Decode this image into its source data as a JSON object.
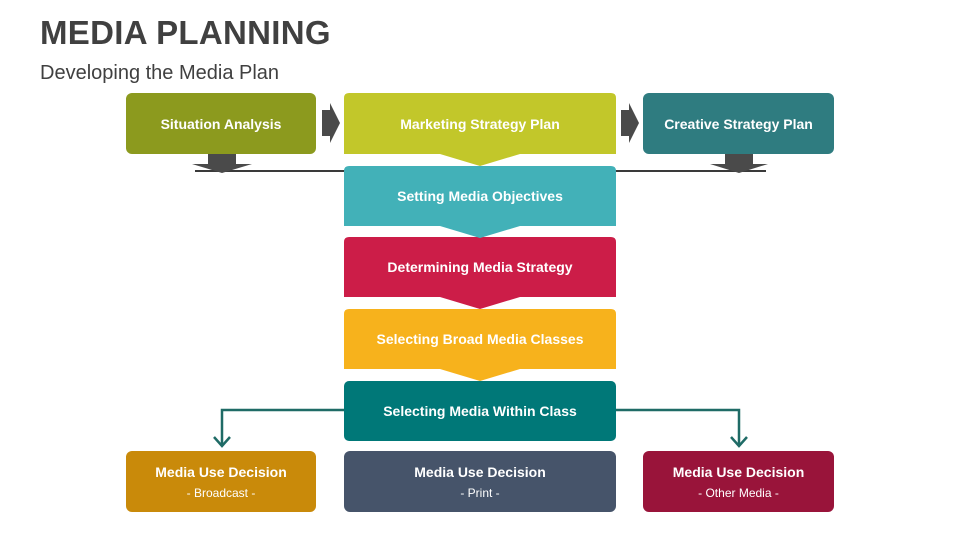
{
  "header": {
    "title": "MEDIA PLANNING",
    "subtitle": "Developing the Media Plan"
  },
  "top_row": {
    "situation": "Situation Analysis",
    "marketing": "Marketing Strategy Plan",
    "creative": "Creative Strategy Plan"
  },
  "steps": {
    "objectives": "Setting Media Objectives",
    "strategy": "Determining Media Strategy",
    "classes": "Selecting Broad Media Classes",
    "within": "Selecting Media Within Class"
  },
  "decisions": [
    {
      "title": "Media Use Decision",
      "sub": "- Broadcast -"
    },
    {
      "title": "Media Use Decision",
      "sub": "- Print -"
    },
    {
      "title": "Media Use Decision",
      "sub": "- Other Media -"
    }
  ],
  "colors": {
    "situation": "#8C9A1E",
    "marketing": "#C2C72A",
    "creative": "#2F7C80",
    "objectives": "#42B1B8",
    "strategy": "#CC1D48",
    "classes": "#F7B21C",
    "within": "#007878",
    "broadcast": "#C98A0A",
    "print": "#46546A",
    "other": "#99143A",
    "connector": "#3A3A3A",
    "branch": "#1F6B66"
  }
}
